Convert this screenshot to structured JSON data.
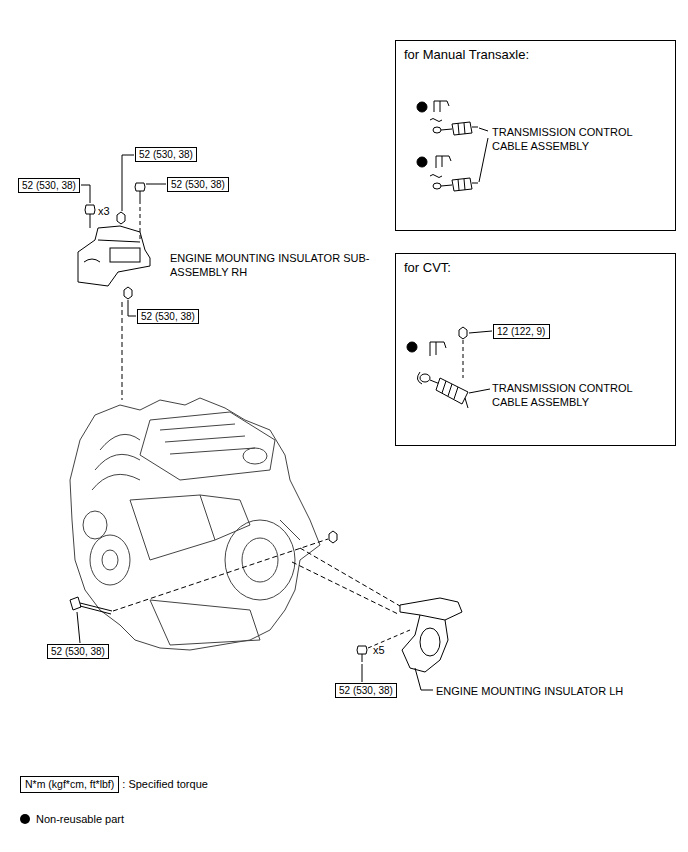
{
  "diagram": {
    "nodes": [
      {
        "text": [
          "52 (530, 38)"
        ]
      },
      {
        "text": [
          "for Manual Transaxle:"
        ]
      },
      {
        "text": [
          "52 (530, 38)"
        ]
      },
      {
        "text": [
          "52 (530, 38)"
        ]
      },
      {
        "text": [
          "for CVT:"
        ]
      },
      {
        "text": [
          "12 (122, 9)"
        ],
        "in": 4
      },
      {
        "text": [
          "52 (530, 38)"
        ]
      },
      {
        "text": [
          "52 (530, 38)"
        ]
      },
      {
        "text": [
          "52 (530, 38)"
        ]
      },
      {
        "text": [
          "N*m (kgf*cm, ft*lbf)",
          ": Specified torque"
        ]
      }
    ],
    "labels": [
      "TRANSMISSION CONTROL CABLE ASSEMBLY",
      "x3",
      "ENGINE MOUNTING INSULATOR SUB-ASSEMBLY RH",
      "TRANSMISSION CONTROL CABLE ASSEMBLY",
      "x5",
      "ENGINE MOUNTING INSULATOR LH"
    ],
    "legend": [
      {
        "text": "Non-reusable part"
      }
    ]
  }
}
